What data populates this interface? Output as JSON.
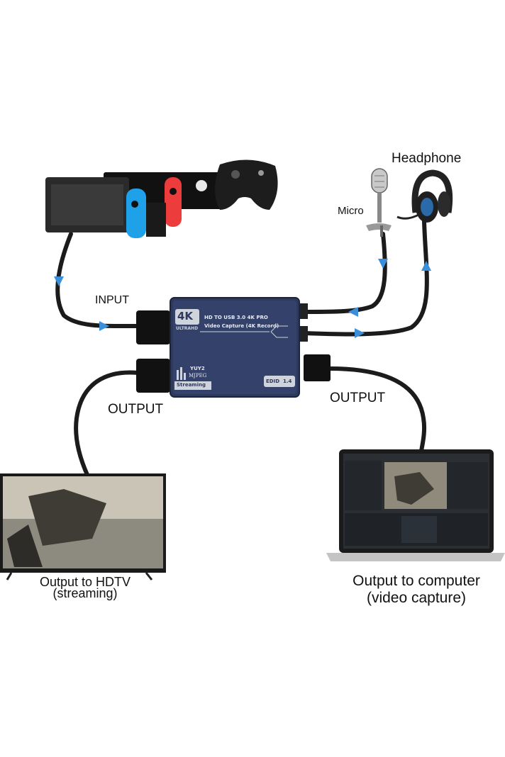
{
  "labels": {
    "headphone": "Headphone",
    "micro": "Micro",
    "input": "INPUT",
    "output_left": "OUTPUT",
    "output_right": "OUTPUT",
    "hdtv_line1": "Output to HDTV",
    "hdtv_line2": "(streaming)",
    "computer_line1": "Output to computer",
    "computer_line2": "(video capture)"
  },
  "device": {
    "badge": "4K",
    "badge_sub": "ULTRAHD",
    "line1": "HD TO USB 3.0 4K PRO",
    "line2": "Video Capture (4K Record)",
    "fmt1": "YUY2",
    "fmt2": "MJPEG",
    "streaming": "Streaming",
    "edid": "EDID",
    "edid_ver": "1.4"
  },
  "colors": {
    "device_body": "#2e3a5c",
    "cable": "#1b1b1b",
    "arrow": "#3b8fd9"
  },
  "icons": [
    "game-console-icon",
    "microphone-icon",
    "headset-icon",
    "tv-icon",
    "laptop-icon"
  ]
}
